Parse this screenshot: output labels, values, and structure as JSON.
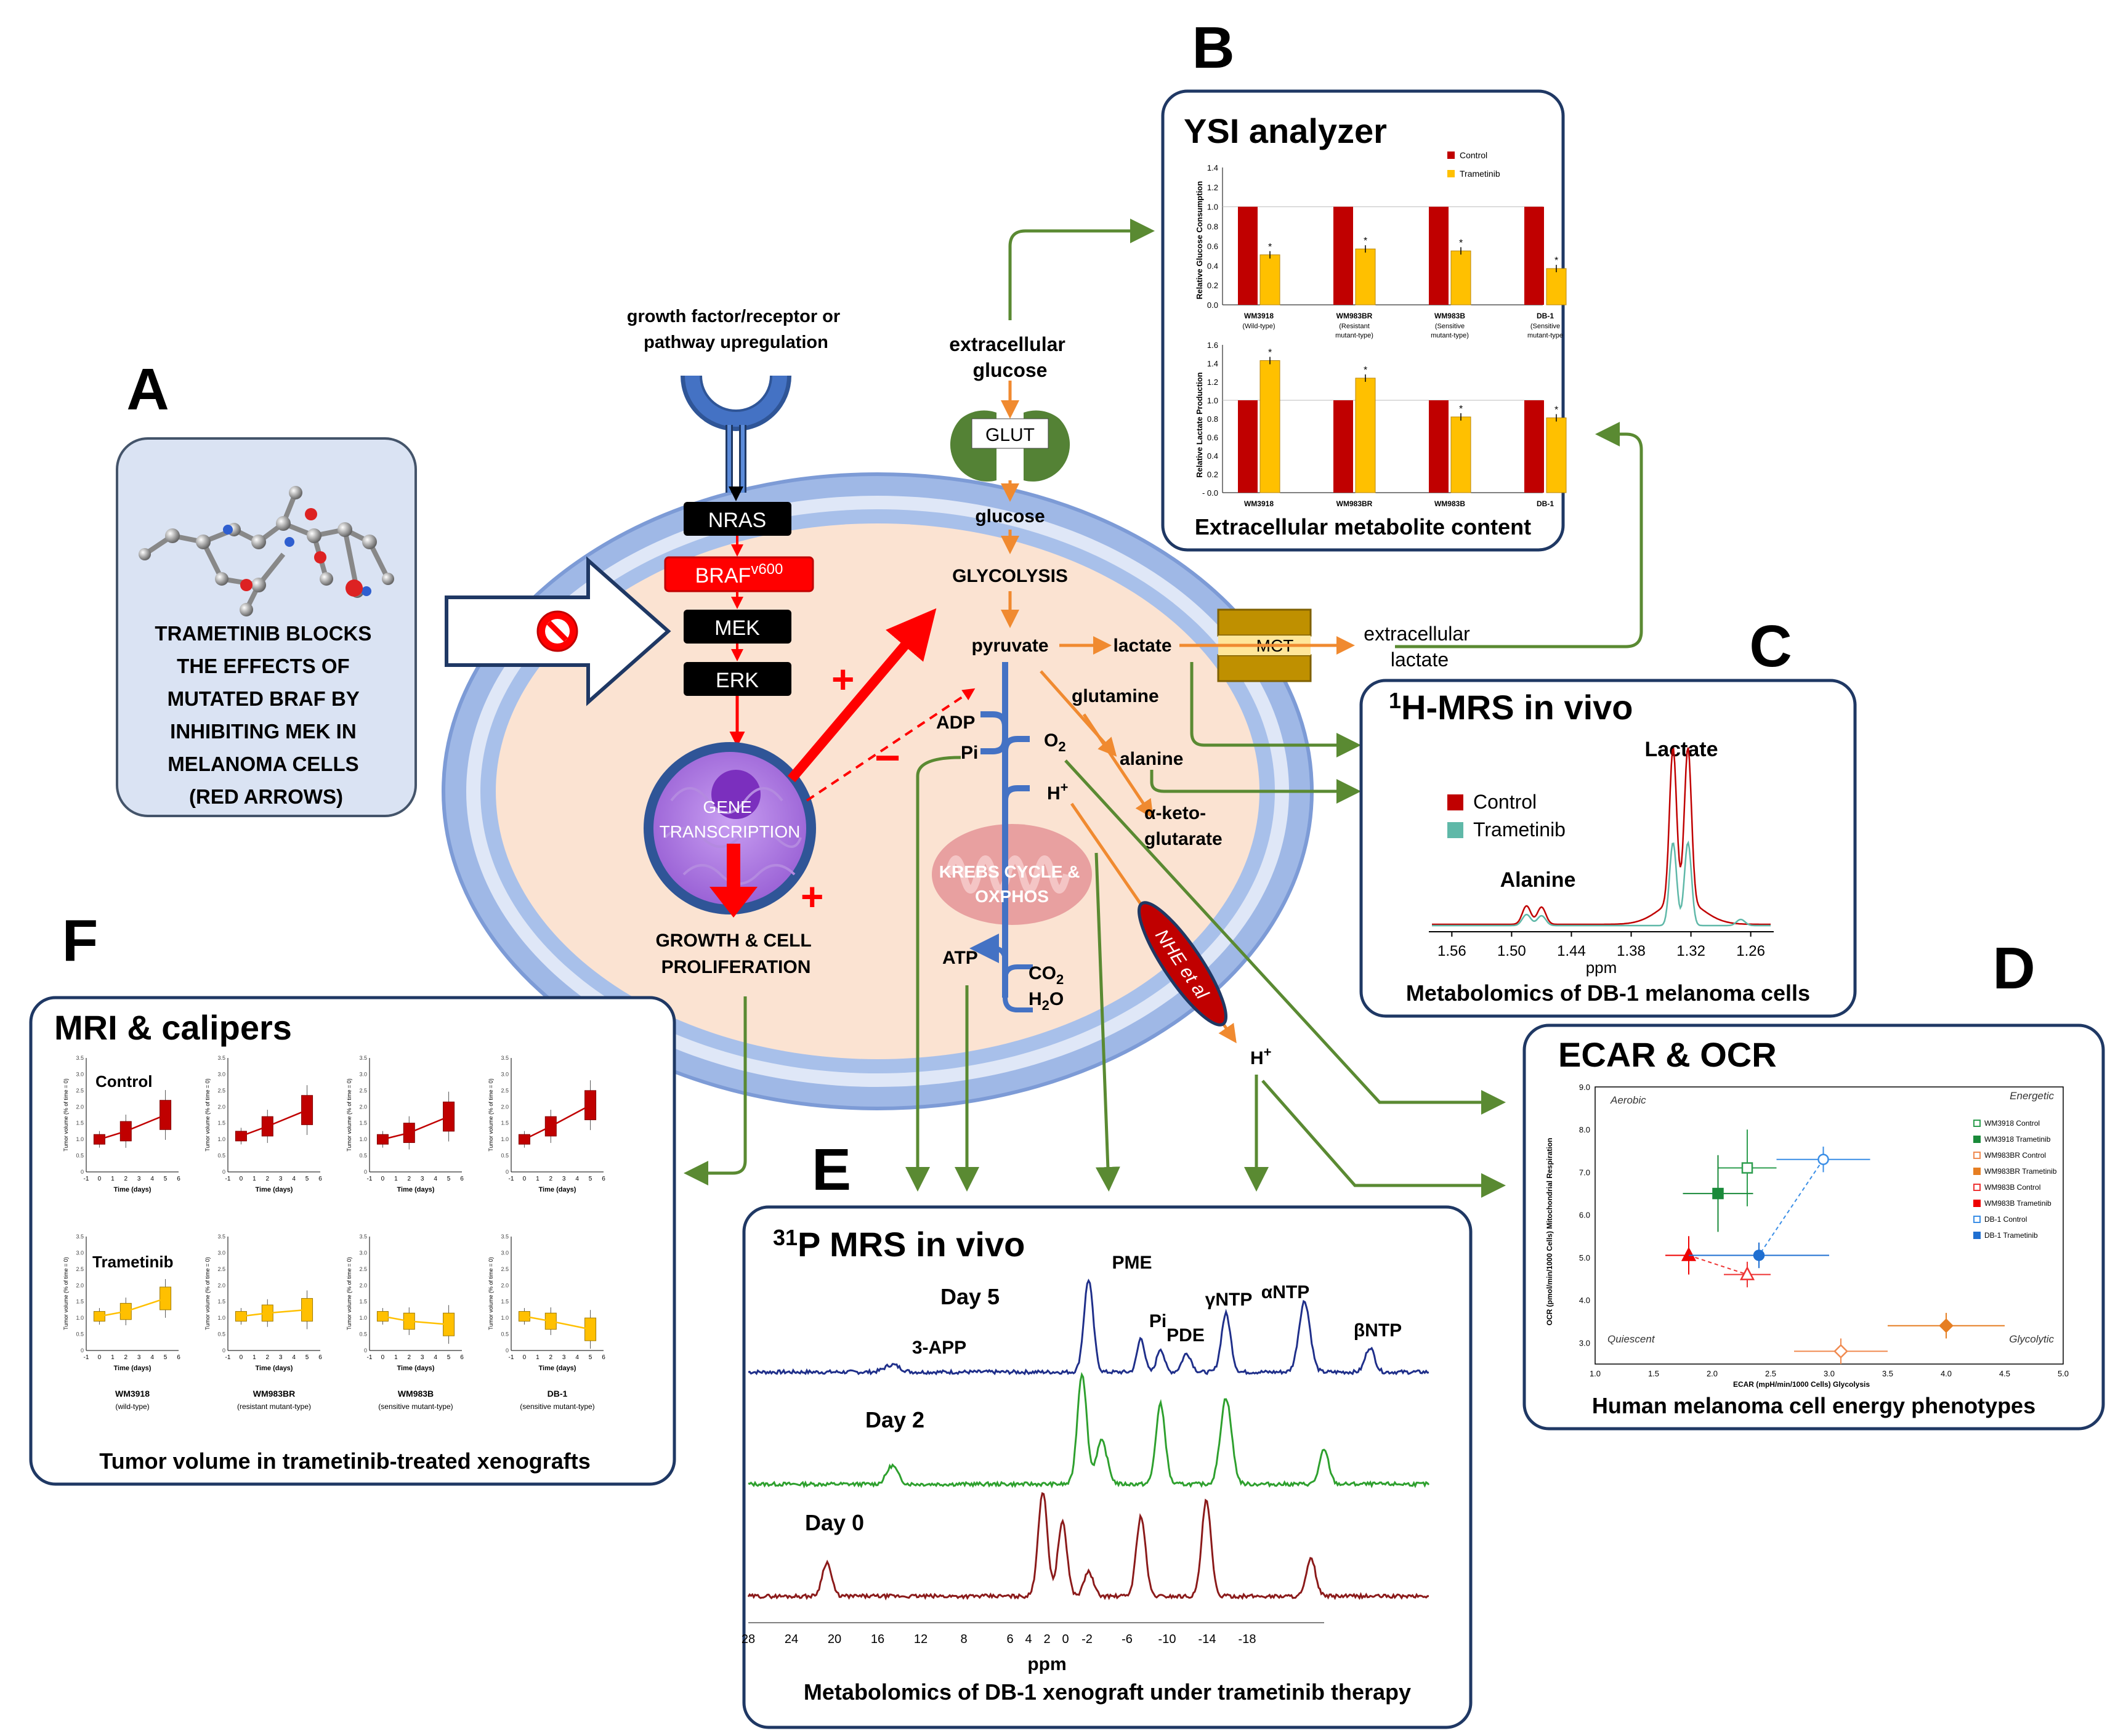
{
  "panel_letters": {
    "a": "A",
    "b": "B",
    "c": "C",
    "d": "D",
    "e": "E",
    "f": "F"
  },
  "panel_a": {
    "lines": [
      "TRAMETINIB BLOCKS",
      "THE EFFECTS OF",
      "MUTATED BRAF BY",
      "INHIBITING MEK IN",
      "MELANOMA CELLS",
      "(RED ARROWS)"
    ]
  },
  "cell": {
    "receptor_label": [
      "growth factor/receptor or",
      "pathway upregulation"
    ],
    "nras": "NRAS",
    "braf": "BRAF",
    "braf_sup": "v600",
    "mek": "MEK",
    "erk": "ERK",
    "gene_transcription": [
      "GENE",
      "TRANSCRIPTION"
    ],
    "growth": [
      "GROWTH & CELL",
      "PROLIFERATION"
    ],
    "extracellular_glucose": [
      "extracellular",
      "glucose"
    ],
    "glut": "GLUT",
    "glucose": "glucose",
    "glycolysis": "GLYCOLYSIS",
    "pyruvate": "pyruvate",
    "lactate": "lactate",
    "mct": "MCT",
    "extracellular_lactate": [
      "extracellular",
      "lactate"
    ],
    "glutamine": "glutamine",
    "alanine": "alanine",
    "aketo": [
      "α-keto-",
      "glutarate"
    ],
    "adp": "ADP",
    "pi": "Pi",
    "o2": "O",
    "o2_sub": "2",
    "hplus": "H",
    "hplus_sup": "+",
    "krebs": [
      "KREBS CYCLE &",
      "OXPHOS"
    ],
    "atp": "ATP",
    "co2": "CO",
    "co2_sub": "2",
    "h2o_a": "H",
    "h2o_sub": "2",
    "h2o_b": "O",
    "nhe": "NHE et al",
    "hplus_out": "H",
    "hplus_out_sup": "+",
    "plus_sign": "+",
    "minus_sign": "−"
  },
  "panel_b": {
    "title": "YSI analyzer",
    "caption": "Extracellular metabolite content",
    "legend": [
      "Control",
      "Trametinib"
    ],
    "colors": {
      "control": "#c00000",
      "trametinib": "#ffc000"
    },
    "top_ylabel": "Relative Glucose Consumption",
    "bottom_ylabel": "Relative Lactate Production",
    "categories": [
      {
        "name": "WM3918",
        "sub1": "(Wild-type)",
        "sub2": ""
      },
      {
        "name": "WM983BR",
        "sub1": "(Resistant",
        "sub2": "mutant-type)"
      },
      {
        "name": "WM983B",
        "sub1": "(Sensitive",
        "sub2": "mutant-type)"
      },
      {
        "name": "DB-1",
        "sub1": "(Sensitive",
        "sub2": "mutant-type"
      }
    ],
    "bottom_categories": [
      "WM3918",
      "WM983BR",
      "WM983B",
      "DB-1"
    ],
    "top_ticks": [
      "0.0",
      "0.2",
      "0.4",
      "0.6",
      "0.8",
      "1.0",
      "1.2",
      "1.4"
    ],
    "bottom_ticks": [
      "- 0.0",
      "0.2",
      "0.4",
      "0.6",
      "0.8",
      "1.0",
      "1.2",
      "1.4",
      "1.6"
    ],
    "star": "*"
  },
  "panel_c": {
    "title_sup": "1",
    "title": "H-MRS in vivo",
    "caption": "Metabolomics of DB-1 melanoma cells",
    "legend": [
      "Control",
      "Trametinib"
    ],
    "colors": {
      "control": "#c00000",
      "trametinib": "#5fb8a8"
    },
    "peak_labels": [
      "Lactate",
      "Alanine"
    ],
    "ticks": [
      "1.56",
      "1.50",
      "1.44",
      "1.38",
      "1.32",
      "1.26"
    ],
    "xlabel": "ppm"
  },
  "panel_d": {
    "title": "ECAR & OCR",
    "caption": "Human melanoma cell energy phenotypes",
    "quadrants": [
      "Aerobic",
      "Energetic",
      "Quiescent",
      "Glycolytic"
    ],
    "ylabel": "OCR (pmol/min/1000 Cells) Mitochondrial Respiration",
    "xlabel": "ECAR (mpH/min/1000 Cells) Glycolysis",
    "x_ticks": [
      "1.0",
      "1.5",
      "2.0",
      "2.5",
      "3.0",
      "3.5",
      "4.0",
      "4.5",
      "5.0"
    ],
    "y_ticks": [
      "3.0",
      "4.0",
      "5.0",
      "6.0",
      "7.0",
      "8.0",
      "9.0"
    ],
    "legend": [
      "WM3918 Control",
      "WM3918 Trametinib",
      "WM983BR Control",
      "WM983BR Trametinib",
      "WM983B Control",
      "WM983B Trametinib",
      "DB-1 Control",
      "DB-1 Trametinib"
    ]
  },
  "panel_e": {
    "title_sup": "31",
    "title": "P MRS in vivo",
    "caption": "Metabolomics of DB-1 xenograft under trametinib therapy",
    "days": [
      "Day 5",
      "Day 2",
      "Day 0"
    ],
    "peaks": [
      "PME",
      "Pi",
      "PDE",
      "γNTP",
      "αNTP",
      "βNTP",
      "3-APP"
    ],
    "ticks": [
      "28",
      "24",
      "20",
      "16",
      "12",
      "8",
      "6",
      "4",
      "2",
      "0",
      "-2",
      "-6",
      "-10",
      "-14",
      "-18"
    ],
    "xlabel": "ppm"
  },
  "panel_f": {
    "title": "MRI & calipers",
    "caption": "Tumor volume in trametinib-treated xenografts",
    "row_labels": [
      "Control",
      "Trametinib"
    ],
    "ylabel": "Tumor volume (% of time = 0)",
    "xlabel": "Time (days)",
    "y_ticks": [
      "0",
      "0.5",
      "1.0",
      "1.5",
      "2.0",
      "2.5",
      "3.0",
      "3.5"
    ],
    "x_ticks": [
      "-1",
      "0",
      "1",
      "2",
      "3",
      "4",
      "5",
      "6"
    ],
    "columns": [
      {
        "name": "WM3918",
        "sub": "(wild-type)"
      },
      {
        "name": "WM983BR",
        "sub": "(resistant mutant-type)"
      },
      {
        "name": "WM983B",
        "sub": "(sensitive mutant-type)"
      },
      {
        "name": "DB-1",
        "sub": "(sensitive mutant-type)"
      }
    ]
  }
}
